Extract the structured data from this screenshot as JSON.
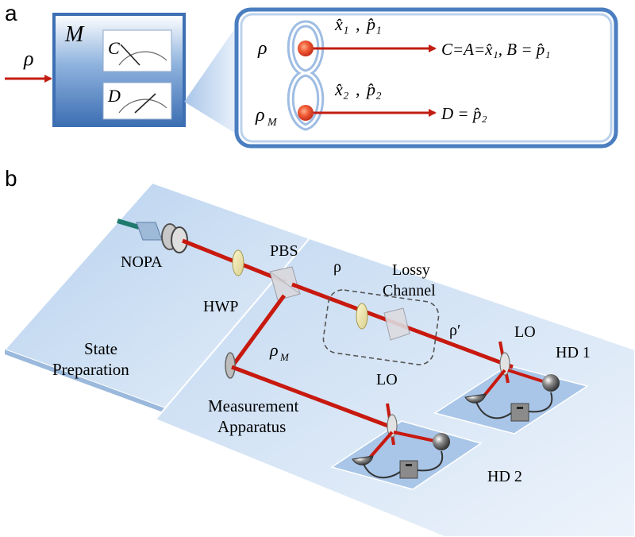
{
  "panel_a": {
    "label": "a",
    "input_symbol": "ρ",
    "box_label": "M",
    "meter_c": "C",
    "meter_d": "D",
    "mode1_symbol": "ρ",
    "mode2_symbol": "ρ",
    "mode2_subscript": "M",
    "quad1_x": "x̂₁",
    "quad1_p": "p̂₁",
    "quad2_x": "x̂₂",
    "quad2_p": "p̂₂",
    "eq1": "C=A=x̂₁,  B = p̂₁",
    "eq2": "D = p̂₂",
    "colors": {
      "beam": "#c21d12",
      "box": "#4a7ec0",
      "dot": "#e8442a"
    }
  },
  "panel_b": {
    "label": "b",
    "nopa": "NOPA",
    "hwp": "HWP",
    "pbs": "PBS",
    "rho": "ρ",
    "lossy_line1": "Lossy",
    "lossy_line2": "Channel",
    "rho_prime": "ρ′",
    "rho_m": "ρ",
    "rho_m_sub": "M",
    "lo1": "LO",
    "lo2": "LO",
    "hd1": "HD 1",
    "hd2": "HD 2",
    "state_line1": "State",
    "state_line2": "Preparation",
    "meas_line1": "Measurement",
    "meas_line2": "Apparatus",
    "colors": {
      "beam": "#c8190f",
      "table": "#cfe1f3"
    }
  }
}
